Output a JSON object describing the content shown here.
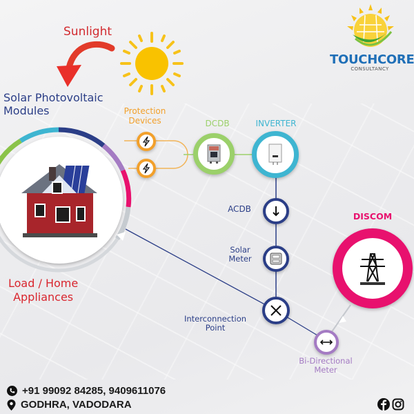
{
  "brand": {
    "name": "TOUCHCORE",
    "tagline": "CONSULTANCY",
    "colors": {
      "primary_blue": "#1f6fb7",
      "sun_yellow": "#f7c21a",
      "green": "#4caf3d"
    }
  },
  "diagram": {
    "sunlight_label": "Sunlight",
    "pv_label_line1": "Solar Photovoltaic",
    "pv_label_line2": "Modules",
    "load_label_line1": "Load / Home",
    "load_label_line2": "Appliances",
    "nodes": {
      "protection": {
        "label_line1": "Protection",
        "label_line2": "Devices",
        "icon": "lightning-bolt-icon",
        "color": "#f2a02b"
      },
      "dcdb": {
        "label": "DCDB",
        "icon": "distribution-box-icon",
        "color": "#9bd06a"
      },
      "inverter": {
        "label": "INVERTER",
        "icon": "inverter-icon",
        "color": "#3eb5d1"
      },
      "acdb": {
        "label": "ACDB",
        "icon": "arrow-down-icon",
        "color": "#2b3e87"
      },
      "solar_meter": {
        "label_line1": "Solar",
        "label_line2": "Meter",
        "icon": "electric-meter-icon",
        "color": "#2b3e87"
      },
      "interconnection": {
        "label_line1": "Interconnection",
        "label_line2": "Point",
        "icon": "x-cross-icon",
        "color": "#2b3e87"
      },
      "bidirectional_meter": {
        "label_line1": "Bi-Directional",
        "label_line2": "Meter",
        "icon": "double-arrow-icon",
        "color": "#a47bc3"
      },
      "discom": {
        "label": "DISCOM",
        "icon": "transmission-tower-icon",
        "color": "#e8116e"
      }
    },
    "ring_colors": [
      "#8bc34a",
      "#3eb5d1",
      "#2b3e87",
      "#a47bc3",
      "#e8116e",
      "#c9cdd2"
    ]
  },
  "footer": {
    "phone": "+91 99092 84285, 9409611076",
    "location": "GODHRA, VADODARA",
    "social": [
      "facebook-icon",
      "instagram-icon"
    ]
  }
}
